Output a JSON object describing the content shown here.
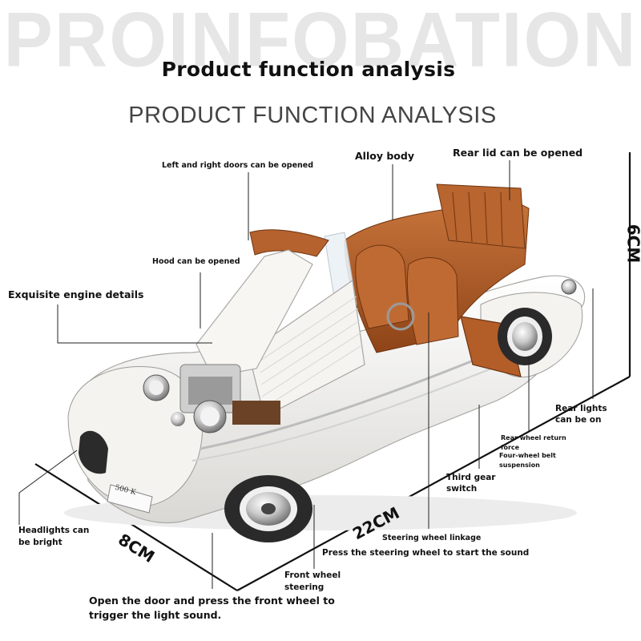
{
  "watermark": "PROINFOBATION",
  "title": "Product function analysis",
  "subtitle": "PRODUCT FUNCTION ANALYSIS",
  "labels": {
    "doors": "Left and right doors can be opened",
    "alloy": "Alloy body",
    "rear_lid": "Rear lid can be opened",
    "hood": "Hood can be opened",
    "engine": "Exquisite engine details",
    "rear_lights_1": "Rear lights",
    "rear_lights_2": "can be on",
    "rear_wheel_1": "Rear wheel return",
    "rear_wheel_2": "force",
    "four_wheel_1": "Four-wheel belt",
    "four_wheel_2": "suspension",
    "third_gear_1": "Third gear",
    "third_gear_2": "switch",
    "headlights_1": "Headlights can",
    "headlights_2": "be bright",
    "steering_link": "Steering wheel linkage",
    "press_steering": "Press the steering wheel to start the sound",
    "front_steer_1": "Front wheel",
    "front_steer_2": "steering",
    "open_door_1": "Open the door and press the front wheel to",
    "open_door_2": "trigger the light sound.",
    "plate": "500 K"
  },
  "dimensions": {
    "height": "6CM",
    "width": "8CM",
    "length": "22CM"
  },
  "colors": {
    "car_body": "#f2f1ee",
    "interior": "#b5622e",
    "line": "#222222"
  }
}
